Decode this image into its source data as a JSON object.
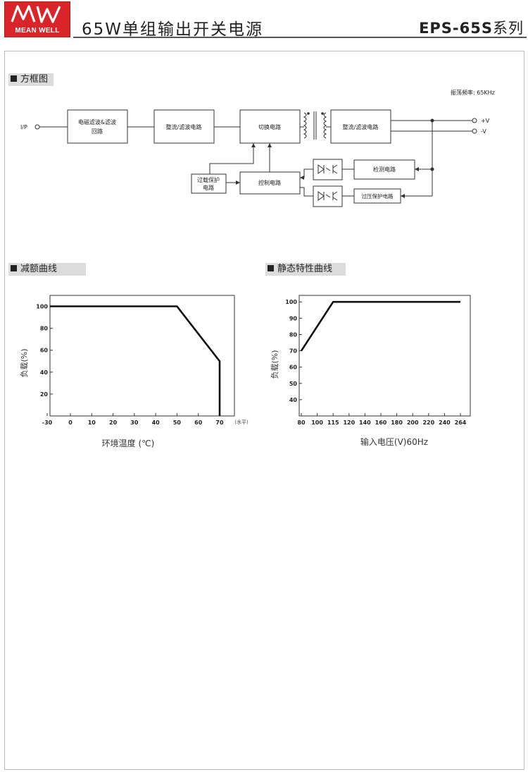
{
  "header": {
    "logo_text": "MEAN WELL",
    "title": "65W单组输出开关电源",
    "model": "EPS-65S",
    "model_suffix": "系列"
  },
  "block_diagram": {
    "section_title": "方框图",
    "freq_note": "振荡频率: 65KHz",
    "input_label": "I/P",
    "emi_filter": "电磁滤波&滤波",
    "emi_filter_2": "回路",
    "rectifier_in": "整流/滤波电路",
    "switching": "切换电路",
    "rectifier_out": "整流/滤波电路",
    "out_pos": "+V",
    "out_neg": "-V",
    "overload_1": "过载保护",
    "overload_2": "电路",
    "control": "控制电路",
    "detection": "检测电路",
    "overvoltage": "过压保护电路"
  },
  "derating": {
    "section_title": "减额曲线",
    "ylabel": "负载(%)",
    "xlabel": "环境温度 (℃)",
    "x_unit_note": "(水平)"
  },
  "static": {
    "section_title": "静态特性曲线",
    "ylabel": "负载(%)",
    "xlabel": "输入电压(V)60Hz"
  },
  "chart_data": [
    {
      "type": "line",
      "title": "减额曲线",
      "xlabel": "环境温度 (℃)",
      "ylabel": "负载(%)",
      "x_ticks": [
        "-30",
        "0",
        "10",
        "20",
        "30",
        "40",
        "50",
        "60",
        "70"
      ],
      "y_ticks": [
        "20",
        "40",
        "60",
        "80",
        "100"
      ],
      "xlim": [
        -30,
        75
      ],
      "ylim": [
        0,
        110
      ],
      "grid": false,
      "series": [
        {
          "x": [
            -30,
            50,
            70,
            70
          ],
          "y": [
            100,
            100,
            50,
            0
          ]
        }
      ],
      "color": "#111111"
    },
    {
      "type": "line",
      "title": "静态特性曲线",
      "xlabel": "输入电压(V)60Hz",
      "ylabel": "负载(%)",
      "x_ticks": [
        "80",
        "100",
        "115",
        "120",
        "140",
        "160",
        "180",
        "200",
        "220",
        "240",
        "264"
      ],
      "y_ticks": [
        "40",
        "50",
        "60",
        "70",
        "80",
        "90",
        "100"
      ],
      "xlim": [
        80,
        264
      ],
      "ylim": [
        30,
        104
      ],
      "grid": false,
      "series": [
        {
          "x": [
            80,
            115,
            264
          ],
          "y": [
            70,
            100,
            100
          ]
        }
      ],
      "color": "#111111"
    }
  ]
}
